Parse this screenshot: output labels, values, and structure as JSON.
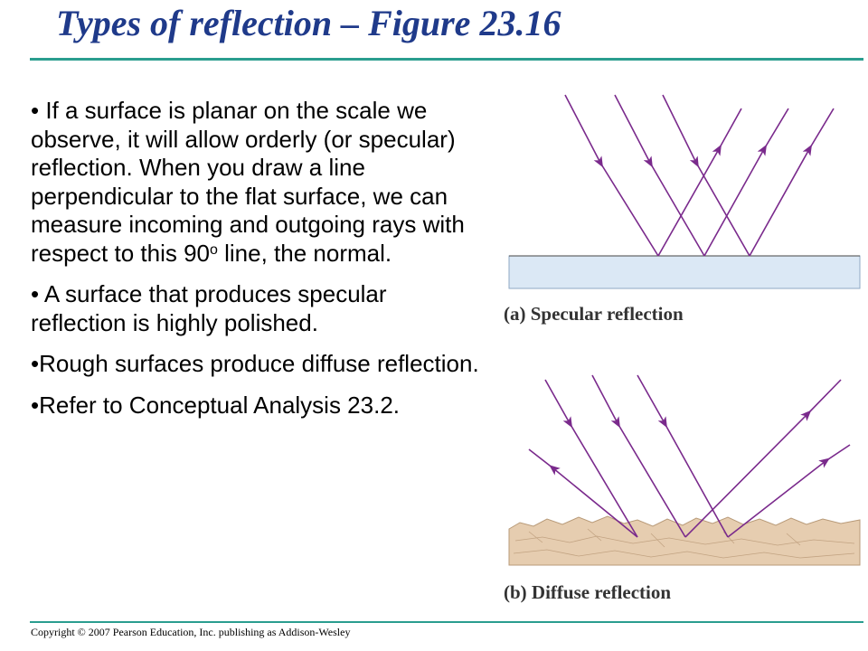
{
  "slide": {
    "title": "Types of reflection – Figure 23.16",
    "bullets": {
      "b1_pre": "• If a surface is planar on the scale we observe, it will allow orderly (or specular) reflection.  When you draw a line perpendicular to the flat surface, we can measure incoming and outgoing rays with respect to this 90",
      "b1_sup": "o",
      "b1_post": " line, the normal.",
      "b2": "• A surface that produces specular reflection is highly polished.",
      "b3": "•Rough surfaces produce diffuse reflection.",
      "b4": "•Refer to Conceptual Analysis 23.2."
    },
    "figure": {
      "caption_a": "(a) Specular reflection",
      "caption_b": "(b) Diffuse reflection",
      "ray_color": "#7a2a8c",
      "specular_surface_color": "#dbe8f5",
      "rough_surface_color": "#e6cdb0"
    },
    "footer": "Copyright © 2007 Pearson Education, Inc. publishing as Addison-Wesley",
    "colors": {
      "title": "#1f3a8a",
      "rule": "#2a9d8f"
    }
  }
}
